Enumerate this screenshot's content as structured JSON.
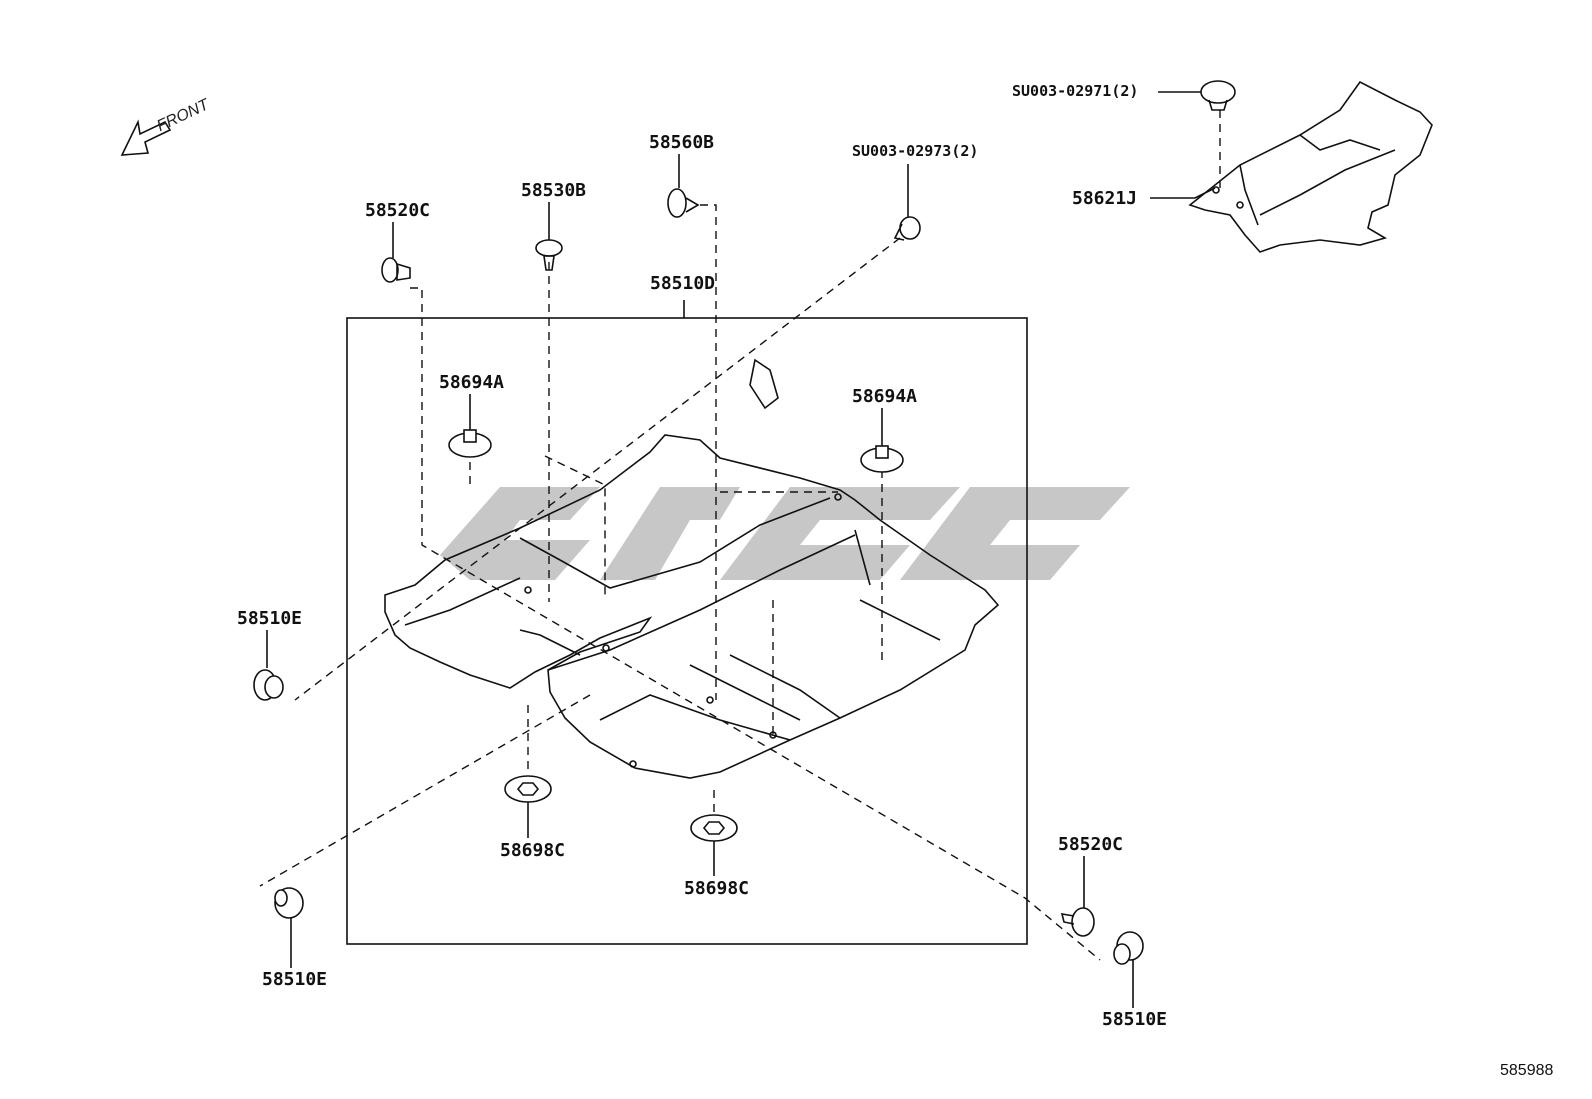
{
  "diagram": {
    "front_label": "FRONT",
    "diagram_code": "585988",
    "main_box_label": "58510D",
    "callouts": [
      {
        "id": "c-58520C-top",
        "text": "58520C"
      },
      {
        "id": "c-58530B",
        "text": "58530B"
      },
      {
        "id": "c-58560B",
        "text": "58560B"
      },
      {
        "id": "c-SU003-02973",
        "text": "SU003-02973(2)"
      },
      {
        "id": "c-SU003-02971",
        "text": "SU003-02971(2)"
      },
      {
        "id": "c-58621J",
        "text": "58621J"
      },
      {
        "id": "c-58694A-left",
        "text": "58694A"
      },
      {
        "id": "c-58694A-right",
        "text": "58694A"
      },
      {
        "id": "c-58510E-left",
        "text": "58510E"
      },
      {
        "id": "c-58698C-left",
        "text": "58698C"
      },
      {
        "id": "c-58698C-right",
        "text": "58698C"
      },
      {
        "id": "c-58510E-bottom-left",
        "text": "58510E"
      },
      {
        "id": "c-58520C-bottom",
        "text": "58520C"
      },
      {
        "id": "c-58510E-bottom-right",
        "text": "58510E"
      }
    ]
  }
}
